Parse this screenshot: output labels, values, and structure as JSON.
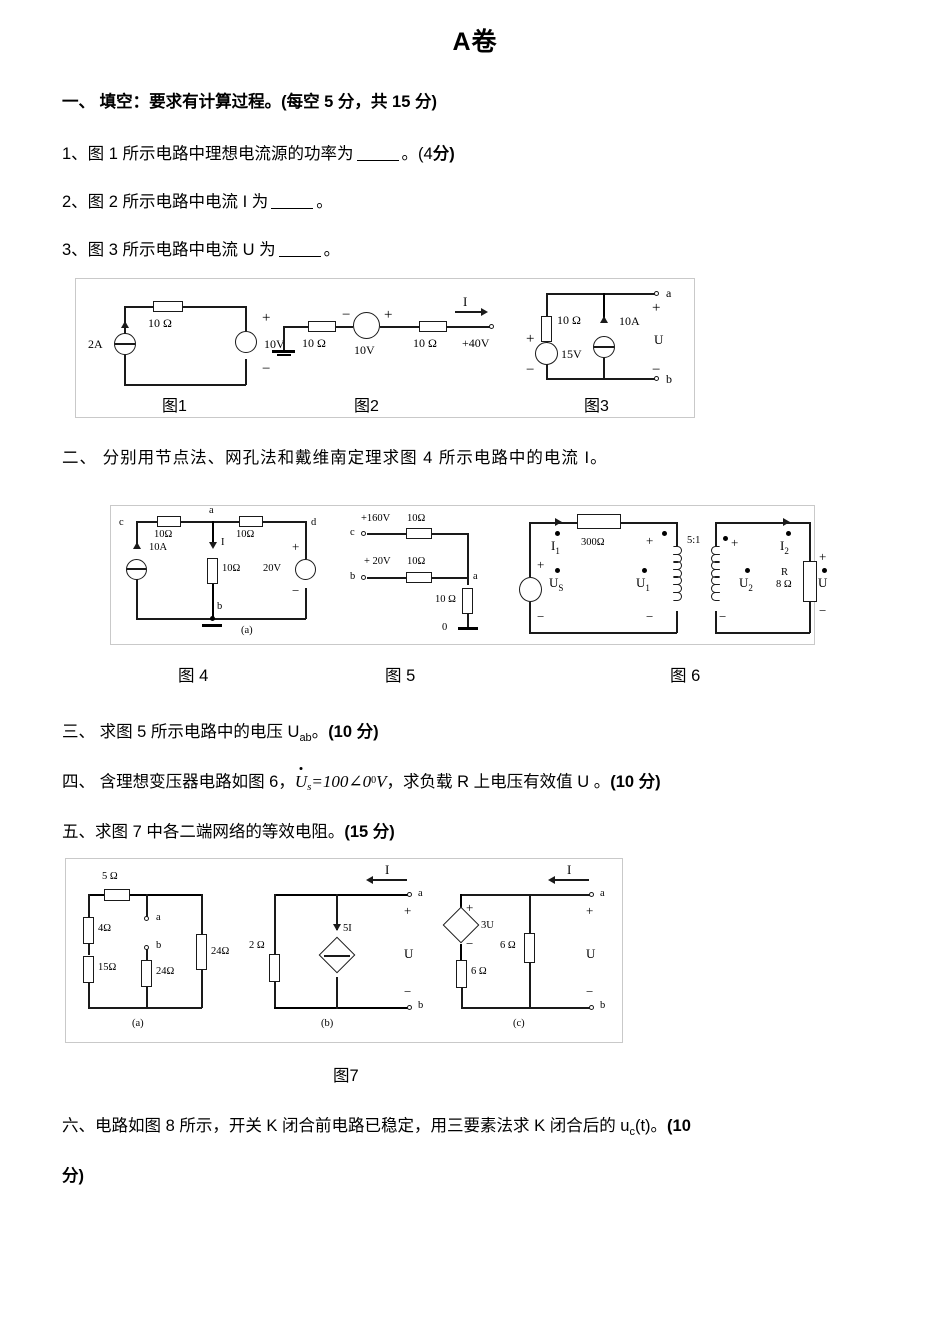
{
  "document": {
    "title": "A卷"
  },
  "sections": {
    "one": {
      "heading": "一、 填空：要求有计算过程。",
      "heading_points": "(每空 5 分，共 15 分)",
      "items": [
        {
          "prefix": "1、图 1 所示电路中理想电流源的功率为",
          "suffix": "。(4",
          "points": "分)"
        },
        {
          "prefix": "2、图 2 所示电路中电流 I 为",
          "suffix": "。",
          "points": ""
        },
        {
          "prefix": "3、图 3 所示电路中电流 U 为",
          "suffix": "。",
          "points": ""
        }
      ]
    },
    "two": {
      "text": "二、 分别用节点法、网孔法和戴维南定理求图 4 所示电路中的电流 I。"
    },
    "three": {
      "text_a": "三、 求图 5 所示电路中的电压 U",
      "sub": "ab",
      "text_b": "。",
      "points": "(10 分)"
    },
    "four": {
      "text_a": "四、 含理想变压器电路如图 6，",
      "formula": {
        "symbol": "U",
        "subscript": "s",
        "equals": "=100∠0",
        "degree": "0",
        "unit": "V"
      },
      "text_b": "，求负载 R 上电压有效值 U 。",
      "points": "(10 分)"
    },
    "five": {
      "text": "五、求图 7 中各二端网络的等效电阻。",
      "points": "(15 分)"
    },
    "six": {
      "text_a": "六、电路如图 8 所示，开关 K 闭合前电路已稳定，用三要素法求 K 闭合后的 u",
      "sub": "c",
      "text_b": "(t)。",
      "points_a": "(10",
      "points_b": "分)"
    }
  },
  "figures": {
    "box1": {
      "captions": [
        "图1",
        "图2",
        "图3"
      ],
      "fig1": {
        "name": "图1",
        "labels": {
          "r1": "10 Ω",
          "src_current": "2A",
          "src_voltage": "10V",
          "plus": "+",
          "minus": "−"
        }
      },
      "fig2": {
        "name": "图2",
        "labels": {
          "r1": "10 Ω",
          "r2": "10 Ω",
          "src_voltage": "10V",
          "node_voltage": "+40V",
          "current": "I",
          "plus": "+",
          "minus": "−"
        }
      },
      "fig3": {
        "name": "图3",
        "labels": {
          "r1": "10 Ω",
          "src_voltage": "15V",
          "src_current": "10A",
          "u": "U",
          "term_a": "a",
          "term_b": "b",
          "plus": "+",
          "minus": "−"
        }
      }
    },
    "box2": {
      "captions": [
        "图 4",
        "图 5",
        "图 6"
      ],
      "fig4": {
        "name": "(a)",
        "labels": {
          "n_c": "c",
          "n_a": "a",
          "n_d": "d",
          "n_b": "b",
          "r_top_left": "10Ω",
          "r_top_right": "10Ω",
          "r_mid": "10Ω",
          "src_current": "10A",
          "src_voltage": "20V",
          "current": "I",
          "plus": "+",
          "minus": "−"
        }
      },
      "fig5": {
        "labels": {
          "v_c": "+160V",
          "v_b": "+ 20V",
          "r1": "10Ω",
          "r2": "10Ω",
          "r3": "10 Ω",
          "n_c": "c",
          "n_b": "b",
          "n_a": "a",
          "n_0": "0"
        }
      },
      "fig6": {
        "labels": {
          "r_series": "300Ω",
          "ratio": "5:1",
          "load": "R",
          "load_val": "8 Ω",
          "i1": "I",
          "i1_sub": "1",
          "i2": "I",
          "i2_sub": "2",
          "us": "U",
          "us_sub": "S",
          "u1": "U",
          "u1_sub": "1",
          "u2": "U",
          "u2_sub": "2",
          "u": "U",
          "plus": "+",
          "minus": "−"
        }
      }
    },
    "box3": {
      "caption": "图7",
      "fig_a": {
        "name": "(a)",
        "labels": {
          "r5": "5 Ω",
          "r4": "4Ω",
          "r15": "15Ω",
          "r24r": "24Ω",
          "r24m": "24Ω",
          "term_a": "a",
          "term_b": "b"
        }
      },
      "fig_b": {
        "name": "(b)",
        "labels": {
          "r2": "2 Ω",
          "dep_src": "5I",
          "current": "I",
          "u": "U",
          "term_a": "a",
          "term_b": "b",
          "plus": "+",
          "minus": "−"
        }
      },
      "fig_c": {
        "name": "(c)",
        "labels": {
          "dep_src": "3U",
          "r6a": "6 Ω",
          "r6b": "6 Ω",
          "current": "I",
          "u": "U",
          "term_a": "a",
          "term_b": "b",
          "plus": "+",
          "minus": "−"
        }
      }
    }
  },
  "colors": {
    "text": "#000000",
    "box_border": "#c9c9c9",
    "wire": "#1a1a1a"
  }
}
